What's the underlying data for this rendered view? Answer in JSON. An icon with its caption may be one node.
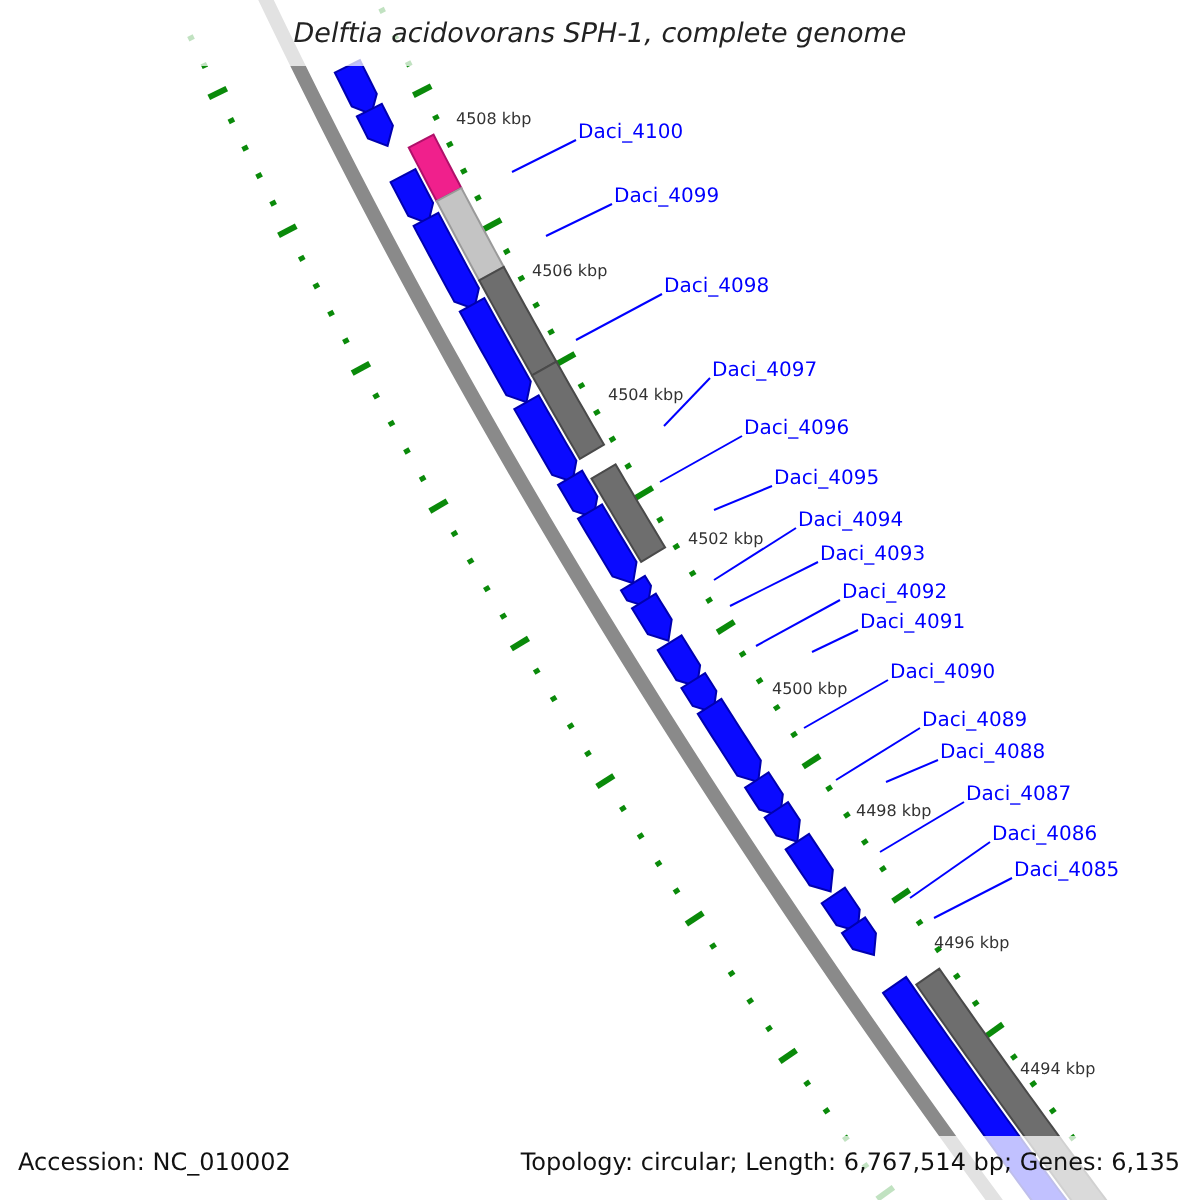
{
  "diagram": {
    "title": "Delftia acidovorans SPH-1, complete genome",
    "nodes": [
      {
        "text": [
          "Daci_4100"
        ]
      },
      {
        "text": [
          "Daci_4099"
        ]
      },
      {
        "text": [
          "Daci_4098"
        ]
      },
      {
        "text": [
          "Daci_4097"
        ]
      },
      {
        "text": [
          "Daci_4096"
        ]
      },
      {
        "text": [
          "Daci_4095"
        ]
      },
      {
        "text": [
          "Daci_4094"
        ]
      },
      {
        "text": [
          "Daci_4093"
        ]
      },
      {
        "text": [
          "Daci_4092"
        ]
      },
      {
        "text": [
          "Daci_4091"
        ]
      },
      {
        "text": [
          "Daci_4090"
        ]
      },
      {
        "text": [
          "Daci_4089"
        ]
      },
      {
        "text": [
          "Daci_4088"
        ]
      },
      {
        "text": [
          "Daci_4087"
        ]
      },
      {
        "text": [
          "Daci_4086"
        ]
      },
      {
        "text": [
          "Daci_4085"
        ]
      }
    ],
    "edges": [
      {
        "from": 0,
        "to": null,
        "arrow": "none"
      },
      {
        "from": 1,
        "to": null,
        "arrow": "none"
      },
      {
        "from": 2,
        "to": null,
        "arrow": "none"
      },
      {
        "from": 3,
        "to": null,
        "arrow": "none"
      },
      {
        "from": 4,
        "to": null,
        "arrow": "none"
      },
      {
        "from": 5,
        "to": null,
        "arrow": "none"
      },
      {
        "from": 6,
        "to": null,
        "arrow": "none"
      },
      {
        "from": 7,
        "to": null,
        "arrow": "none"
      },
      {
        "from": 8,
        "to": null,
        "arrow": "none"
      },
      {
        "from": 9,
        "to": null,
        "arrow": "none"
      },
      {
        "from": 10,
        "to": null,
        "arrow": "none"
      },
      {
        "from": 11,
        "to": null,
        "arrow": "none"
      },
      {
        "from": 12,
        "to": null,
        "arrow": "none"
      },
      {
        "from": 13,
        "to": null,
        "arrow": "none"
      },
      {
        "from": 14,
        "to": null,
        "arrow": "none"
      },
      {
        "from": 15,
        "to": null,
        "arrow": "none"
      }
    ],
    "labels": [
      "4508 kbp",
      "4506 kbp",
      "4504 kbp",
      "4502 kbp",
      "4500 kbp",
      "4498 kbp",
      "4496 kbp",
      "4494 kbp",
      "Accession: NC_010002",
      "Topology: circular; Length: 6,767,514 bp; Genes: 6,135"
    ]
  }
}
